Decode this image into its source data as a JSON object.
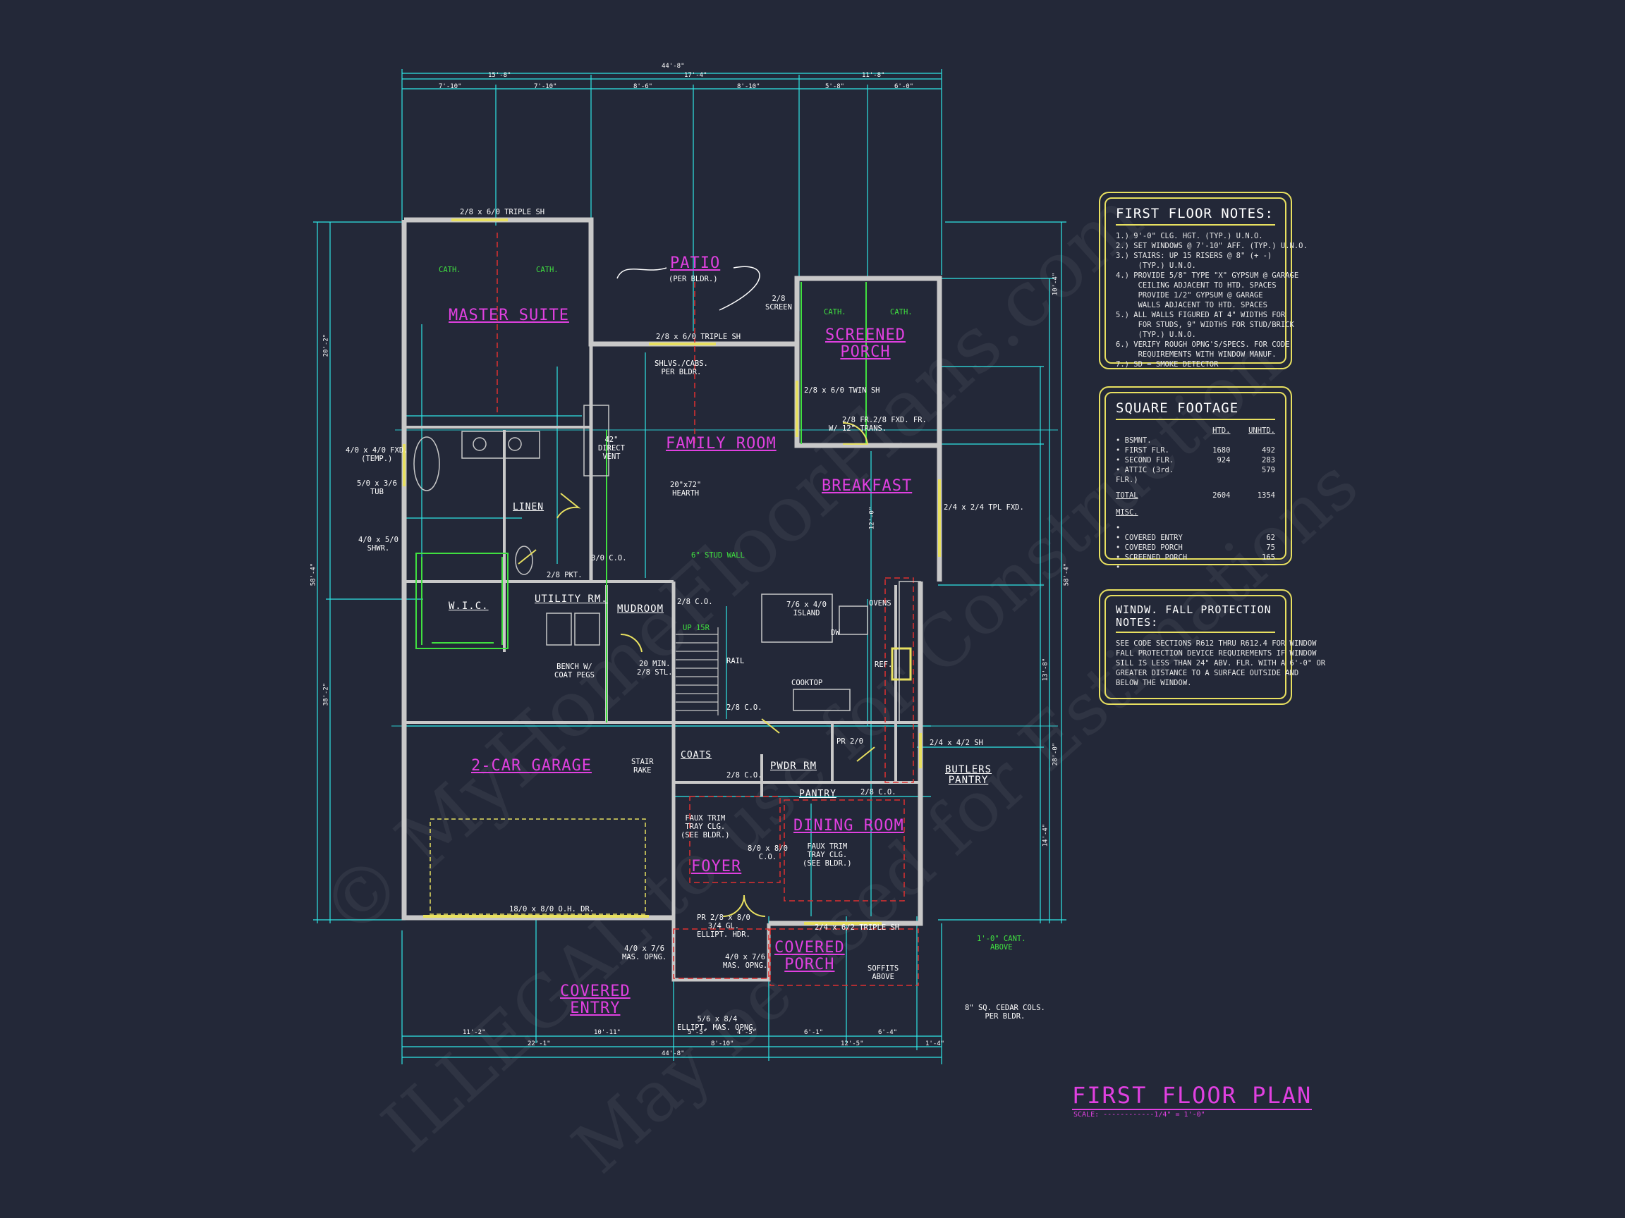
{
  "title": "FIRST FLOOR PLAN",
  "scale": "SCALE: ------------1/4\" = 1'-0\"",
  "colors": {
    "background": "#232838",
    "dimension": "#2ee6e6",
    "wall": "#c8c8c8",
    "room_text": "#e040e0",
    "note_border": "#e8e060",
    "green": "#40e040",
    "red": "#e03030"
  },
  "watermark": [
    "© MyHomeFloorPlans.com",
    "ILLEGAL to use for Construction",
    "May be used for Estimations"
  ],
  "rooms": {
    "master_suite": "MASTER SUITE",
    "patio": "PATIO",
    "patio_sub": "(PER BLDR.)",
    "screened_porch": "SCREENED\nPORCH",
    "family_room": "FAMILY ROOM",
    "breakfast": "BREAKFAST",
    "garage": "2-CAR GARAGE",
    "dining_room": "DINING ROOM",
    "foyer": "FOYER",
    "covered_porch": "COVERED\nPORCH",
    "covered_entry": "COVERED\nENTRY"
  },
  "labels": {
    "wic": "W.I.C.",
    "utility": "UTILITY RM.",
    "mudroom": "MUDROOM",
    "linen": "LINEN",
    "pwdr": "PWDR RM",
    "pantry": "PANTRY",
    "butlers": "BUTLERS\nPANTRY",
    "coats": "COATS",
    "stair_rake": "STAIR\nRAKE",
    "rail": "RAIL",
    "cooktop": "COOKTOP",
    "island": "7/6 x 4/0\nISLAND",
    "ovens": "OVENS",
    "ref": "REF.",
    "dw": "DW",
    "window_master": "2/8 x 6/0 TRIPLE SH",
    "window_family": "2/8 x 6/0 TRIPLE SH",
    "screen": "2/8\nSCREEN",
    "twin_sh": "2/8 x 6/0 TWIN SH",
    "fr_trans": "2/8 FR.\nW/ 12\" TRANS.",
    "fxd_fr": "2/8 FXD. FR.",
    "tpl_fxd": "2/4 x 2/4 TPL FXD.",
    "shlvs": "SHLVS./CABS.\nPER BLDR.",
    "direct_vent": "42\"\nDIRECT\nVENT",
    "hearth": "20\"x72\"\nHEARTH",
    "stud_wall": "6\" STUD WALL",
    "co_30": "3/0 C.O.",
    "co_28a": "2/8 C.O.",
    "pkt": "2/8 PKT.",
    "fxd_temp": "4/0 x 4/0 FXD.\n(TEMP.)",
    "tub": "5/0 x 3/6\nTUB",
    "shwr": "4/0 x 5/0\nSHWR.",
    "bench": "BENCH W/\nCOAT PEGS",
    "stl": "20 MIN.\n2/8 STL.",
    "up": "UP 15R",
    "sh_24": "2/4 x 4/2 SH",
    "co_28b": "2/8 C.O.",
    "co_28c": "2/8 C.O.",
    "co_28d": "2/8 C.O.",
    "pr": "PR 2/0",
    "faux1": "FAUX TRIM\nTRAY CLG.\n(SEE BLDR.)",
    "faux2": "FAUX TRIM\nTRAY CLG.\n(SEE BLDR.)",
    "co_80": "8/0 x 8/0\nC.O.",
    "ohdr": "18/0 x 8/0 O.H. DR.",
    "pr_door": "PR 2/8 x 8/0\n3/4 GL.\nELLIPT. HDR.",
    "triple_24": "2/4 x 6/2 TRIPLE SH",
    "mas1": "4/0 x 7/6\nMAS. OPNG.",
    "mas2": "4/0 x 7/6\nMAS. OPNG.",
    "ellipt": "5/6 x 8/4\nELLIPT. MAS. OPNG.",
    "soffits": "SOFFITS\nABOVE",
    "cant": "1'-0\" CANT.\nABOVE",
    "cols": "8\" SQ. CEDAR COLS.\nPER BLDR.",
    "cath1": "CATH.",
    "cath2": "CATH.",
    "cath3": "CATH.",
    "cath4": "CATH."
  },
  "dims_top": {
    "overall": "44'-8\"",
    "a": "15'-8\"",
    "b": "17'-4\"",
    "c": "11'-8\"",
    "d1": "7'-10\"",
    "d2": "7'-10\"",
    "d3": "8'-6\"",
    "d4": "8'-10\"",
    "d5": "5'-8\"",
    "d6": "6'-0\""
  },
  "dims_bottom": {
    "overall": "44'-8\"",
    "a": "22'-1\"",
    "b": "8'-10\"",
    "c": "12'-5\"",
    "d1": "11'-2\"",
    "d2": "10'-11\"",
    "d3": "5'-5\"",
    "d4": "4'-5\"",
    "d5": "6'-1\"",
    "d6": "6'-4\"",
    "d7": "1'-4\""
  },
  "dims_left": {
    "overall": "58'-4\"",
    "a": "20'-2\"",
    "b": "38'-2\""
  },
  "dims_right": {
    "overall": "58'-4\"",
    "a": "10'-4\"",
    "b": "12'-0\"",
    "c": "13'-8\"",
    "d": "28'-0\"",
    "e": "14'-4\""
  },
  "first_floor_notes": {
    "title": "FIRST FLOOR NOTES:",
    "lines": [
      "1.) 9'-0\" CLG. HGT. (TYP.) U.N.O.",
      "2.) SET WINDOWS @ 7'-10\" AFF. (TYP.) U.N.O.",
      "3.) STAIRS: UP 15 RISERS @ 8\" (+ -)",
      "     (TYP.) U.N.O.",
      "4.) PROVIDE 5/8\" TYPE \"X\" GYPSUM @ GARAGE",
      "     CEILING ADJACENT TO HTD. SPACES",
      "     PROVIDE 1/2\" GYPSUM @ GARAGE",
      "     WALLS ADJACENT TO HTD. SPACES",
      "5.) ALL WALLS FIGURED AT 4\" WIDTHS FOR",
      "     FOR STUDS, 9\" WIDTHS FOR STUD/BRICK",
      "     (TYP.) U.N.O.",
      "6.) VERIFY ROUGH OPNG'S/SPECS. FOR CODE",
      "     REQUIREMENTS WITH WINDOW MANUF.",
      "7.) SD = SMOKE DETECTOR"
    ]
  },
  "square_footage": {
    "title": "SQUARE FOOTAGE",
    "head": [
      "",
      "HTD.",
      "UNHTD."
    ],
    "rows": [
      [
        "• BSMNT.",
        "",
        ""
      ],
      [
        "• FIRST FLR.",
        "1680",
        "492"
      ],
      [
        "• SECOND FLR.",
        "924",
        "283"
      ],
      [
        "• ATTIC (3rd. FLR.)",
        "",
        "579"
      ],
      [
        "",
        "",
        " "
      ],
      [
        "TOTAL",
        "2604",
        "1354"
      ],
      [
        "",
        "",
        ""
      ],
      [
        "MISC.",
        "",
        ""
      ],
      [
        "•",
        "",
        ""
      ],
      [
        "• COVERED ENTRY",
        "",
        "62"
      ],
      [
        "• COVERED PORCH",
        "",
        "75"
      ],
      [
        "• SCREENED PORCH",
        "",
        "165"
      ],
      [
        "•",
        "",
        ""
      ]
    ]
  },
  "window_fall": {
    "title": "WINDW. FALL PROTECTION NOTES:",
    "lines": [
      "SEE CODE SECTIONS R612 THRU R612.4 FOR WINDOW",
      "FALL PROTECTION DEVICE REQUIREMENTS IF WINDOW",
      "SILL IS LESS THAN 24\" ABV. FLR. WITH A 6'-0\" OR",
      "GREATER DISTANCE TO A SURFACE OUTSIDE AND",
      "BELOW THE WINDOW."
    ]
  }
}
